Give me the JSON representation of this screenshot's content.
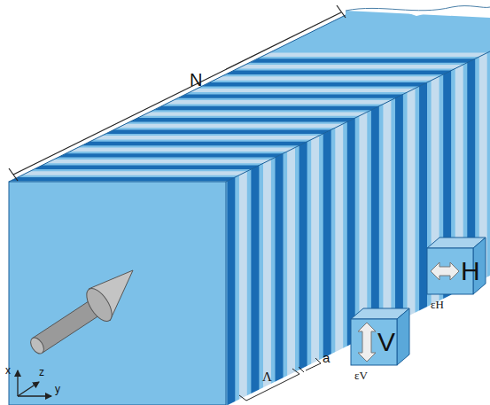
{
  "diagram": {
    "nodes": [
      {
        "text": [
          "H",
          "εH"
        ]
      },
      {
        "text": [
          "V",
          "εV"
        ]
      }
    ],
    "labels": [
      "N",
      "a",
      "Λ",
      "x",
      "z",
      "y"
    ]
  }
}
